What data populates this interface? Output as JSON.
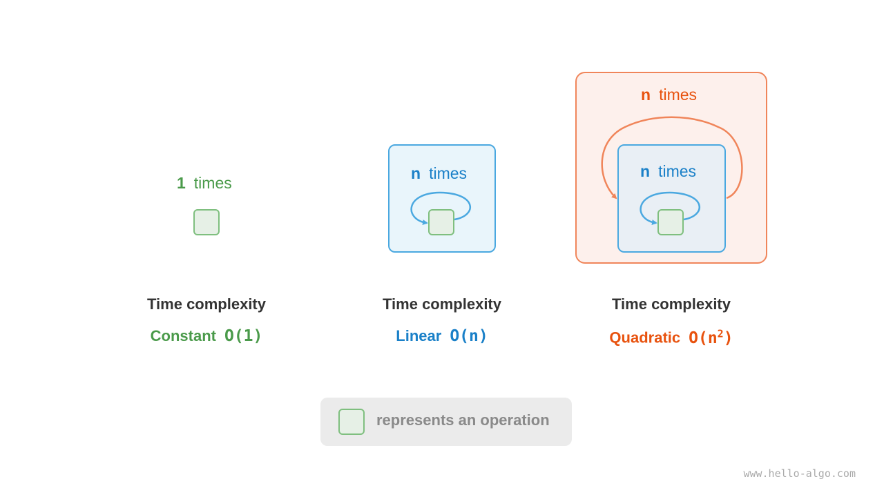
{
  "colors": {
    "constant": "#4a9a4a",
    "linear": "#1a80c8",
    "quadratic": "#e8520e",
    "heading": "#333333",
    "op_fill": "#e6f0e6",
    "op_border": "#7fbf7f",
    "linear_box_fill": "#e9f5fb",
    "linear_box_border": "#4aa8e0",
    "outer_box_fill": "#fdf0ec",
    "outer_box_border": "#f0855a",
    "inner_box_fill": "#e9eff5"
  },
  "constant": {
    "count": "1",
    "times": "times",
    "heading": "Time complexity",
    "name": "Constant",
    "notation_base": "O(1)"
  },
  "linear": {
    "count": "n",
    "times": "times",
    "heading": "Time complexity",
    "name": "Linear",
    "notation_base": "O(n)"
  },
  "quadratic": {
    "outer_count": "n",
    "outer_times": "times",
    "inner_count": "n",
    "inner_times": "times",
    "heading": "Time complexity",
    "name": "Quadratic",
    "notation_base": "O(n",
    "notation_exp": "2",
    "notation_close": ")"
  },
  "legend": {
    "text": "represents an operation"
  },
  "watermark": "www.hello-algo.com"
}
